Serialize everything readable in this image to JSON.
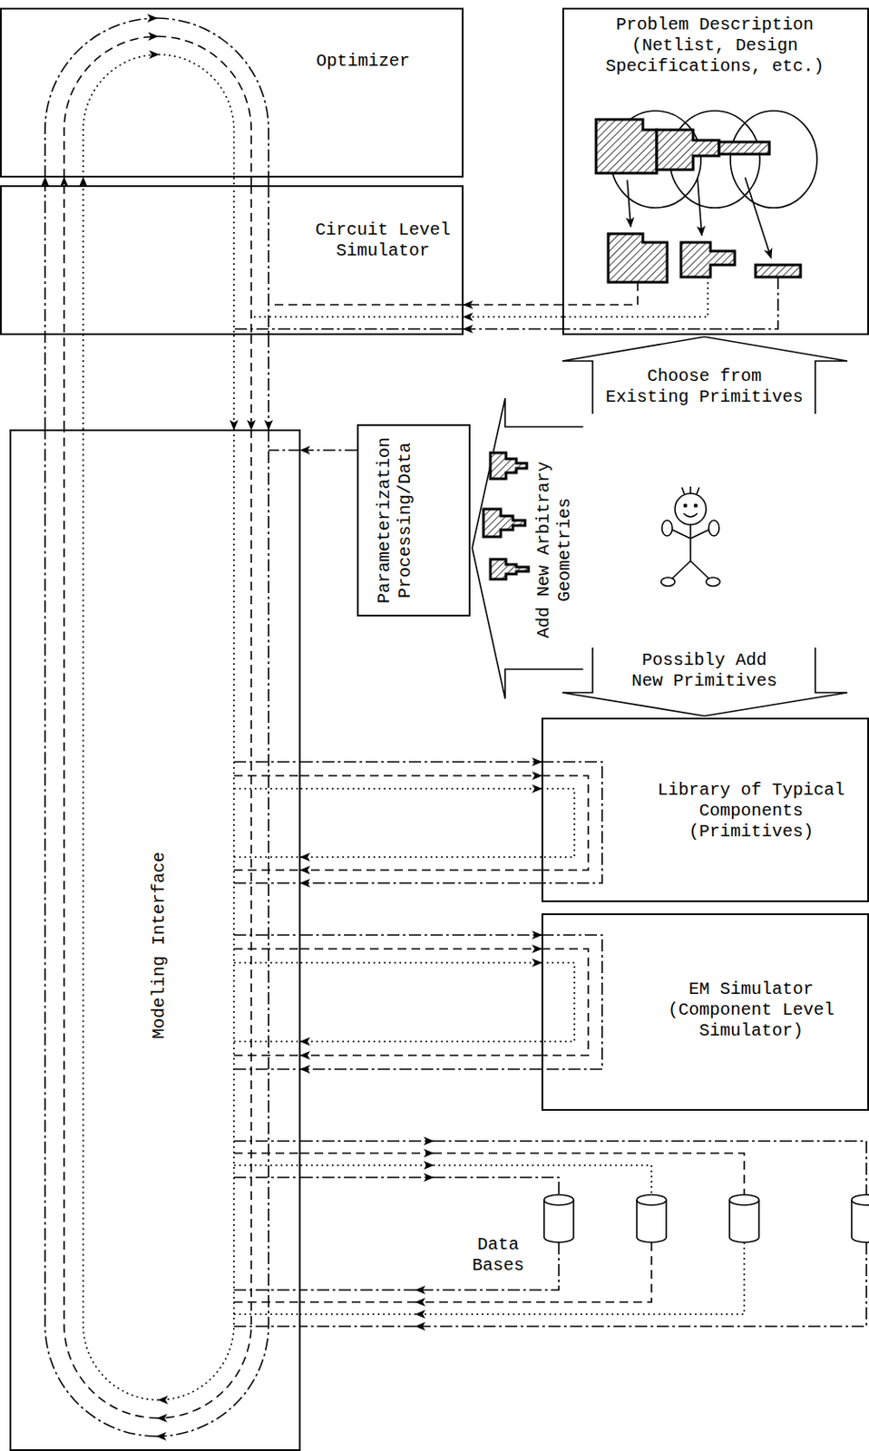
{
  "diagram": {
    "nodes": [
      {
        "text": [
          "Optimizer"
        ]
      },
      {
        "text": [
          "Circuit Level Simulator"
        ]
      },
      {
        "text": [
          "Problem Description (Netlist, Design Specifications, etc.)"
        ]
      },
      {
        "text": [
          "Parameterization Processing/Data"
        ]
      },
      {
        "text": [
          "Modeling Interface"
        ]
      },
      {
        "text": [
          "Library of Typical Components (Primitives)"
        ]
      },
      {
        "text": [
          "EM Simulator (Component Level Simulator)"
        ]
      }
    ],
    "edges": [
      {
        "from": 2,
        "to": 1,
        "arrow": "to"
      },
      {
        "from": 1,
        "to": 4,
        "arrow": "to"
      },
      {
        "from": 4,
        "to": 0,
        "arrow": "to"
      },
      {
        "from": 3,
        "to": 4,
        "arrow": "to"
      },
      {
        "from": 4,
        "to": 5,
        "arrow": "both"
      },
      {
        "from": 4,
        "to": 6,
        "arrow": "both"
      },
      {
        "from": 0,
        "to": 1,
        "arrow": "none"
      }
    ],
    "labels": [
      "Choose from Existing Primitives",
      "Add New Arbitrary Geometries",
      "Possibly Add New Primitives",
      "Data Bases"
    ]
  }
}
